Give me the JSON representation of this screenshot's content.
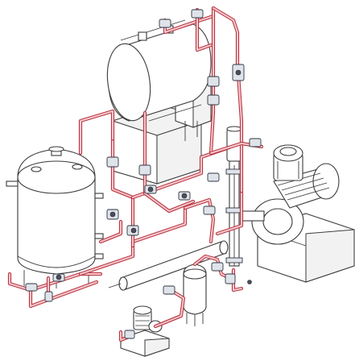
{
  "diagram": {
    "background": "#ffffff",
    "pipe_color": "#b83a45",
    "pipe_highlight": "#f6c7cc",
    "outline_color": "#3a3a3a",
    "valve_color": "#dfe3ea",
    "components": {
      "storage_tank": "vertical-storage-tank",
      "horizontal_drum": "horizontal-drum-tank",
      "small_receiver": "small-receiver-tank",
      "large_pump_motor": "large-pump-motor",
      "small_pump_motor": "small-pump-motor",
      "heat_exchanger": "horizontal-tube-exchanger",
      "column": "vertical-column"
    }
  }
}
